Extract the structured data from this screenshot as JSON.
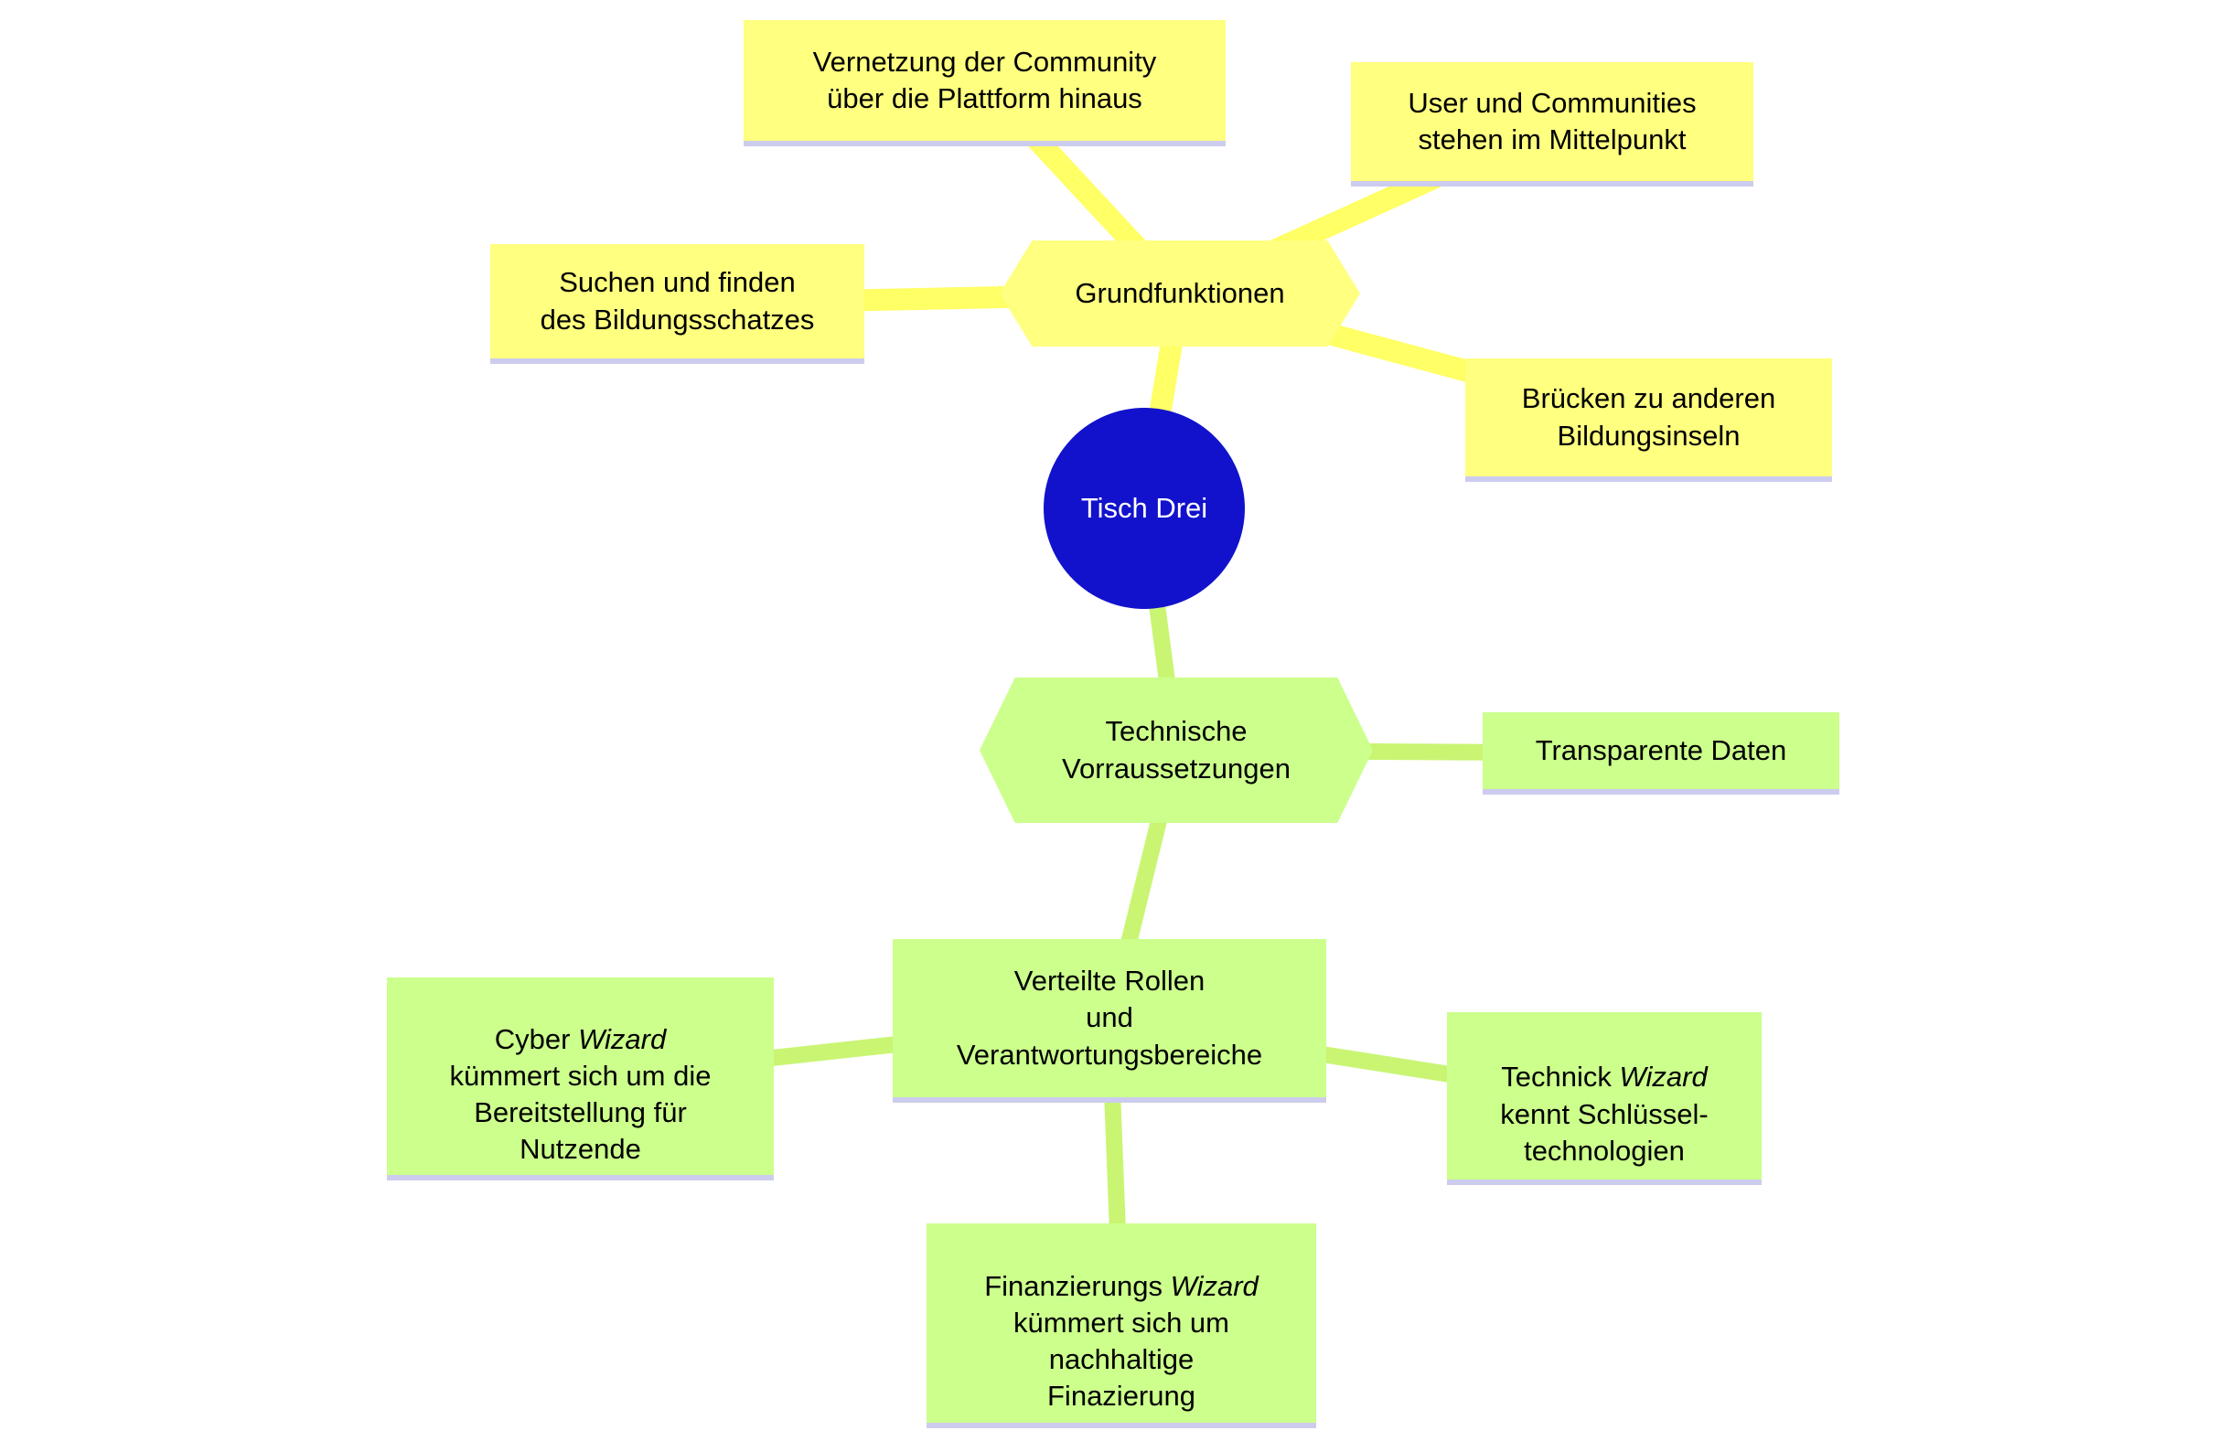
{
  "colors": {
    "background": "#FFFFFF",
    "yellow_node_fill": "#FFFF80",
    "yellow_edge": "#FFFF66",
    "green_node_fill": "#CCFF8C",
    "green_edge": "#C9F573",
    "root_fill": "#1212CC",
    "root_text": "#FFFFFF",
    "node_text": "#000000",
    "node_underline": "#CCCCEE"
  },
  "nodes": {
    "tisch_drei": {
      "label": "Tisch Drei"
    },
    "grundfunktionen": {
      "label": "Grundfunktionen"
    },
    "vernetzung": {
      "label": "Vernetzung der Community\nüber die Plattform hinaus"
    },
    "user_communities": {
      "label": "User und Communities\nstehen im Mittelpunkt"
    },
    "suchen": {
      "label": "Suchen und finden\ndes Bildungsschatzes"
    },
    "bruecken": {
      "label": "Brücken zu anderen\nBildungsinseln"
    },
    "technische": {
      "label": "Technische\nVorraussetzungen"
    },
    "transparente": {
      "label": "Transparente Daten"
    },
    "verteilte": {
      "label": "Verteilte Rollen\nund\nVerantwortungsbereiche"
    },
    "cyber_wizard": {
      "label_pre": "Cyber ",
      "label_italic": "Wizard",
      "label_post": "\nkümmert sich um die\nBereitstellung für\nNutzende"
    },
    "technick_wizard": {
      "label_pre": "Technick ",
      "label_italic": "Wizard",
      "label_post": "\nkennt Schlüssel-\ntechnologien"
    },
    "finanzierungs_wizard": {
      "label_pre": "Finanzierungs ",
      "label_italic": "Wizard",
      "label_post": "\nkümmert sich um\nnachhaltige\nFinazierung"
    }
  },
  "edges": [
    {
      "from": "grundfunktionen",
      "to": "vernetzung",
      "color": "yellow"
    },
    {
      "from": "grundfunktionen",
      "to": "user_communities",
      "color": "yellow"
    },
    {
      "from": "grundfunktionen",
      "to": "suchen",
      "color": "yellow"
    },
    {
      "from": "grundfunktionen",
      "to": "bruecken",
      "color": "yellow"
    },
    {
      "from": "tisch_drei",
      "to": "grundfunktionen",
      "color": "yellow"
    },
    {
      "from": "tisch_drei",
      "to": "technische",
      "color": "green"
    },
    {
      "from": "technische",
      "to": "transparente",
      "color": "green"
    },
    {
      "from": "technische",
      "to": "verteilte",
      "color": "green"
    },
    {
      "from": "verteilte",
      "to": "cyber_wizard",
      "color": "green"
    },
    {
      "from": "verteilte",
      "to": "technick_wizard",
      "color": "green"
    },
    {
      "from": "verteilte",
      "to": "finanzierungs_wizard",
      "color": "green"
    }
  ]
}
